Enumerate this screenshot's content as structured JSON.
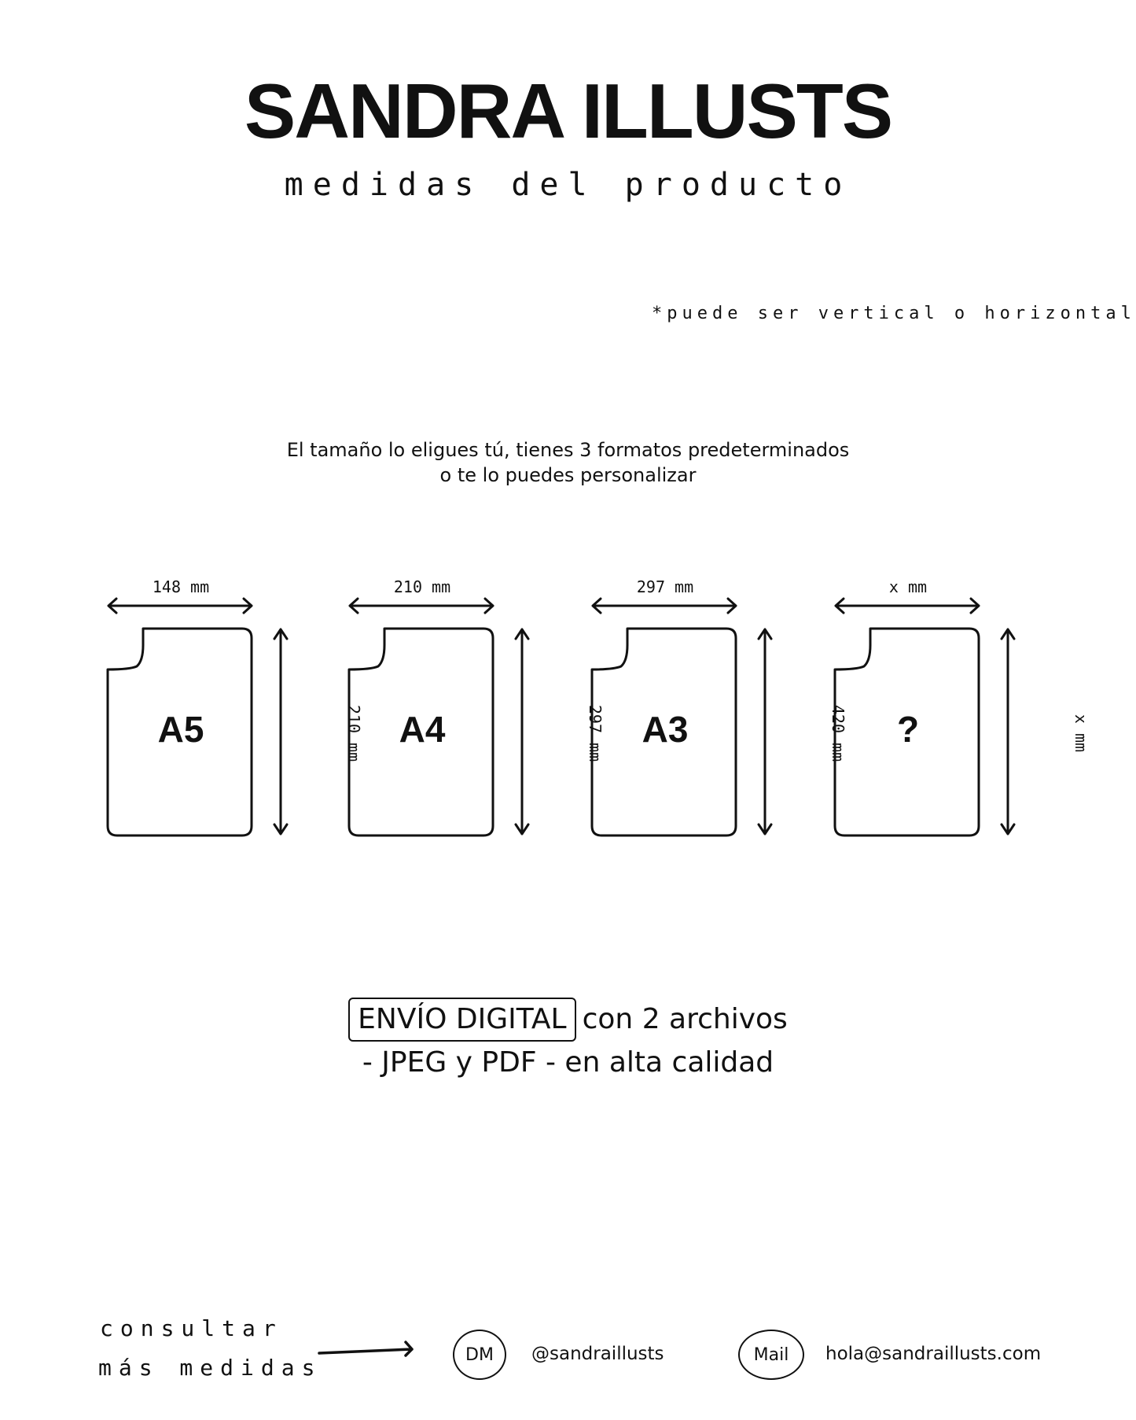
{
  "header": {
    "title": "SANDRA ILLUSTS",
    "subtitle": "medidas del producto",
    "note": "*puede ser vertical o horizontal"
  },
  "intro": {
    "line1": "El tamaño lo eligues tú, tienes 3 formatos predeterminados",
    "line2": "o te lo puedes personalizar"
  },
  "formats": [
    {
      "label": "A5",
      "width": "148 mm",
      "height": "210 mm"
    },
    {
      "label": "A4",
      "width": "210 mm",
      "height": "297 mm"
    },
    {
      "label": "A3",
      "width": "297 mm",
      "height": "420 mm"
    },
    {
      "label": "?",
      "width": "x mm",
      "height": "x mm"
    }
  ],
  "delivery": {
    "badge": "ENVÍO DIGITAL",
    "line1_rest": "con 2 archivos",
    "line2": "- JPEG y PDF - en alta calidad"
  },
  "footer": {
    "consult_line1": "consultar",
    "consult_line2": "más medidas",
    "dm_label": "DM",
    "dm_handle": "@sandraillusts",
    "mail_label": "Mail",
    "mail_address": "hola@sandraillusts.com"
  }
}
